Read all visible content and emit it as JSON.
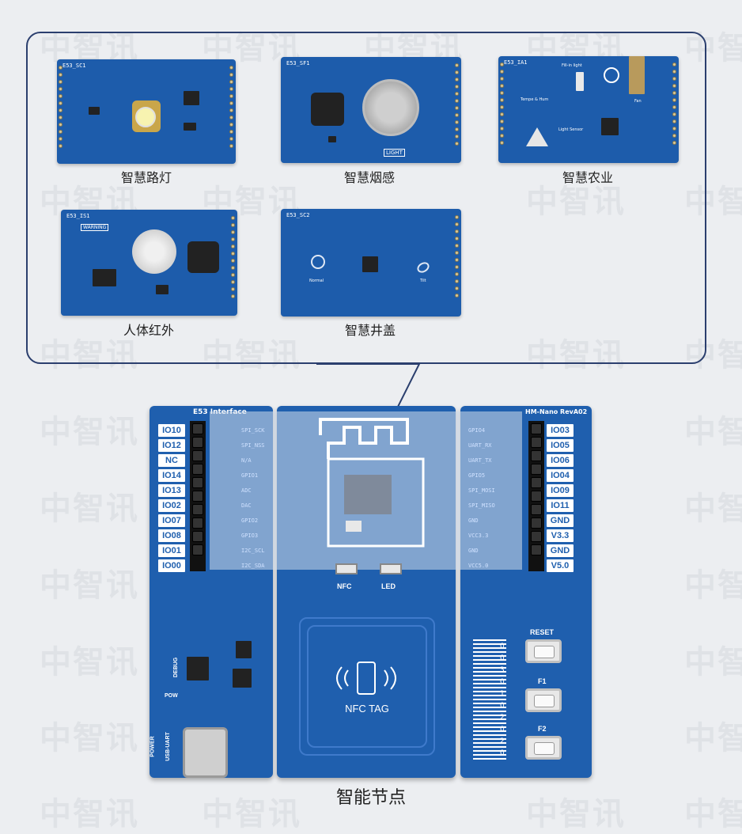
{
  "watermark": "中智讯",
  "modules": [
    {
      "code": "E53_SC1",
      "caption": "智慧路灯"
    },
    {
      "code": "E53_SF1",
      "caption": "智慧烟感",
      "extra_label": "LIGHT"
    },
    {
      "code": "E53_IA1",
      "caption": "智慧农业",
      "extra_labels": [
        "Fill-in light",
        "Tempe & Hum",
        "Light Sensor",
        "Fan"
      ]
    },
    {
      "code": "E53_IS1",
      "caption": "人体红外",
      "extra_label": "WARNING"
    },
    {
      "code": "E53_SC2",
      "caption": "智慧井盖",
      "extra_labels": [
        "Normal",
        "Tilt"
      ]
    }
  ],
  "board": {
    "caption": "智能节点",
    "left_header_title": "E53 Interface",
    "right_header_title": "HM-Nano RevA02",
    "left_pins": [
      "IO10",
      "IO12",
      "NC",
      "IO14",
      "IO13",
      "IO02",
      "IO07",
      "IO08",
      "IO01",
      "IO00"
    ],
    "left_signals": [
      "SPI_SCK",
      "SPI_NSS",
      "N/A",
      "GPIO1",
      "ADC",
      "DAC",
      "GPIO2",
      "GPIO3",
      "I2C_SCL",
      "I2C_SDA"
    ],
    "right_signals": [
      "GPIO4",
      "UART_RX",
      "UART_TX",
      "GPIO5",
      "SPI_MOSI",
      "SPI_MISO",
      "GND",
      "VCC3.3",
      "GND",
      "VCC5.0"
    ],
    "right_pins": [
      "IO03",
      "IO05",
      "IO06",
      "IO04",
      "IO09",
      "IO11",
      "GND",
      "V3.3",
      "GND",
      "V5.0"
    ],
    "nfc_led": "NFC",
    "led_led": "LED",
    "nfc_tag": "NFC TAG",
    "reset": "RESET",
    "f1": "F1",
    "f2": "F2",
    "debug": "DEBUG",
    "pow": "POW",
    "power_label_1": "POWER",
    "power_label_2": "USB-UART",
    "barcode_digits": "0030102020"
  }
}
